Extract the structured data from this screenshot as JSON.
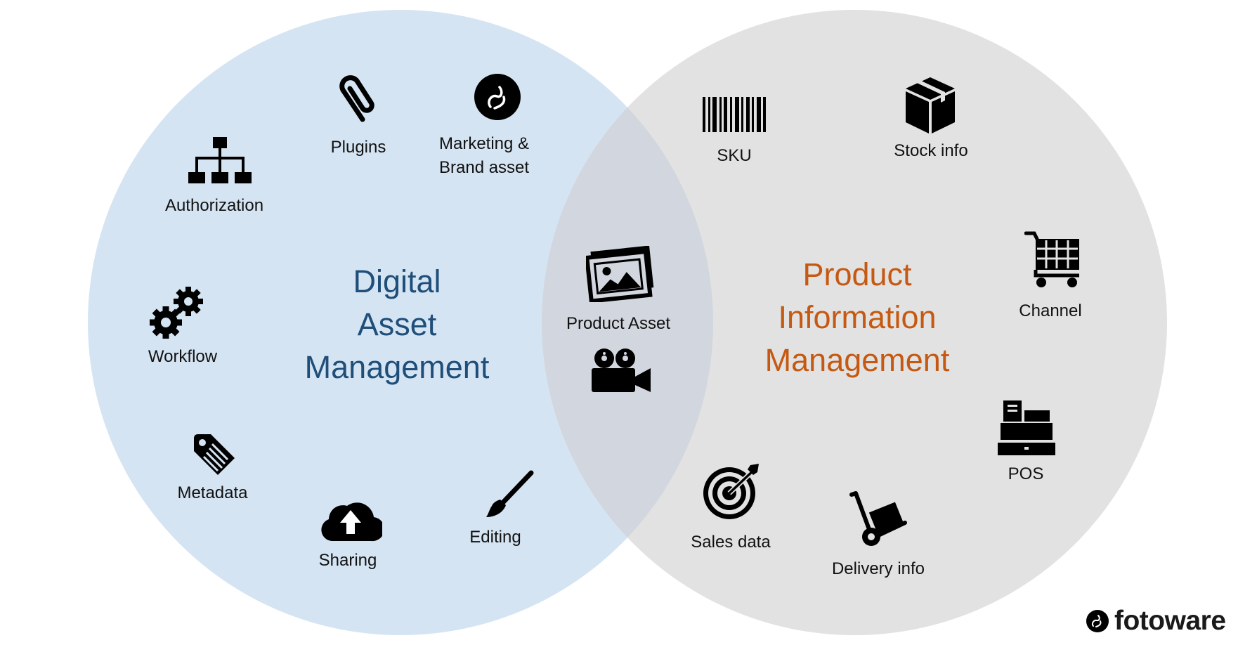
{
  "colors": {
    "dam_circle": "#d5e4f3",
    "pim_circle": "#e2e2e2",
    "overlap": "#d2d6de",
    "dam_title": "#1f4e79",
    "pim_title": "#c65911",
    "icon": "#000000"
  },
  "dam": {
    "title_lines": [
      "Digital",
      "Asset",
      "Management"
    ],
    "items": [
      {
        "label": "Plugins",
        "icon": "paperclip-icon"
      },
      {
        "label": "Marketing &",
        "label2": "Brand asset",
        "icon": "brand-logo-icon"
      },
      {
        "label": "Authorization",
        "icon": "hierarchy-icon"
      },
      {
        "label": "Workflow",
        "icon": "gears-icon"
      },
      {
        "label": "Metadata",
        "icon": "tag-icon"
      },
      {
        "label": "Sharing",
        "icon": "cloud-upload-icon"
      },
      {
        "label": "Editing",
        "icon": "paintbrush-icon"
      }
    ]
  },
  "overlap": {
    "label": "Product Asset",
    "icons": [
      "photos-icon",
      "video-camera-icon"
    ]
  },
  "pim": {
    "title_lines": [
      "Product",
      "Information",
      "Management"
    ],
    "items": [
      {
        "label": "SKU",
        "icon": "barcode-icon"
      },
      {
        "label": "Stock info",
        "icon": "box-icon"
      },
      {
        "label": "Channel",
        "icon": "cart-icon"
      },
      {
        "label": "POS",
        "icon": "cash-register-icon"
      },
      {
        "label": "Sales data",
        "icon": "target-icon"
      },
      {
        "label": "Delivery info",
        "icon": "hand-truck-icon"
      }
    ]
  },
  "brand": {
    "name": "fotoware",
    "icon": "fotoware-logo-icon"
  }
}
